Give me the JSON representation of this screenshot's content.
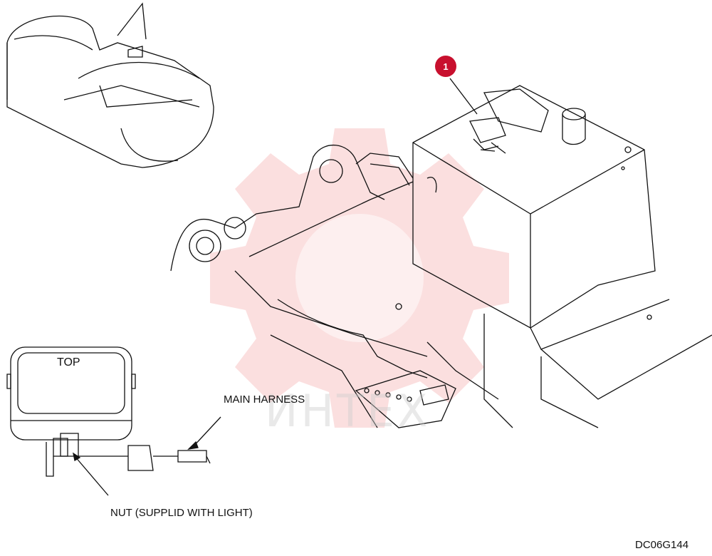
{
  "labels": {
    "top": "TOP",
    "main_harness": "MAIN HARNESS",
    "nut": "NUT (SUPPLID WITH LIGHT)",
    "drawing_code": "DC06G144"
  },
  "callouts": [
    {
      "number": "1"
    }
  ],
  "watermark": {
    "text": "ИНТЕХ",
    "color": "#f4a3a3"
  },
  "colors": {
    "line": "#111111",
    "callout": "#c8102e"
  }
}
